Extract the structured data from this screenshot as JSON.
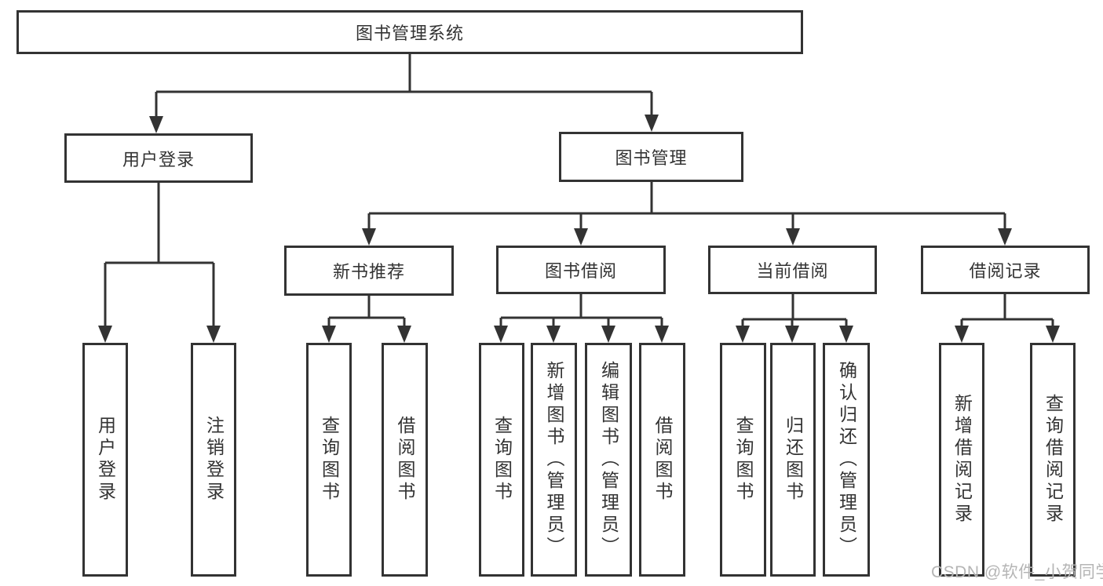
{
  "diagram": {
    "title": "图书管理系统",
    "level2": [
      {
        "label": "用户登录"
      },
      {
        "label": "图书管理"
      }
    ],
    "level3": [
      {
        "label": "新书推荐"
      },
      {
        "label": "图书借阅"
      },
      {
        "label": "当前借阅"
      },
      {
        "label": "借阅记录"
      }
    ],
    "leaves": [
      {
        "label": "用户登录"
      },
      {
        "label": "注销登录"
      },
      {
        "label": "查询图书"
      },
      {
        "label": "借阅图书"
      },
      {
        "label": "查询图书"
      },
      {
        "label": "新增图书（管理员）"
      },
      {
        "label": "编辑图书（管理员）"
      },
      {
        "label": "借阅图书"
      },
      {
        "label": "查询图书"
      },
      {
        "label": "归还图书"
      },
      {
        "label": "确认归还（管理员）"
      },
      {
        "label": "新增借阅记录"
      },
      {
        "label": "查询借阅记录"
      }
    ]
  },
  "watermark": {
    "text": "CSDN @软件_小贺同学"
  },
  "colors": {
    "line": "#333333",
    "box_border": "#333333",
    "text": "#333333",
    "watermark": "#b5b5b5",
    "background": "#ffffff"
  }
}
